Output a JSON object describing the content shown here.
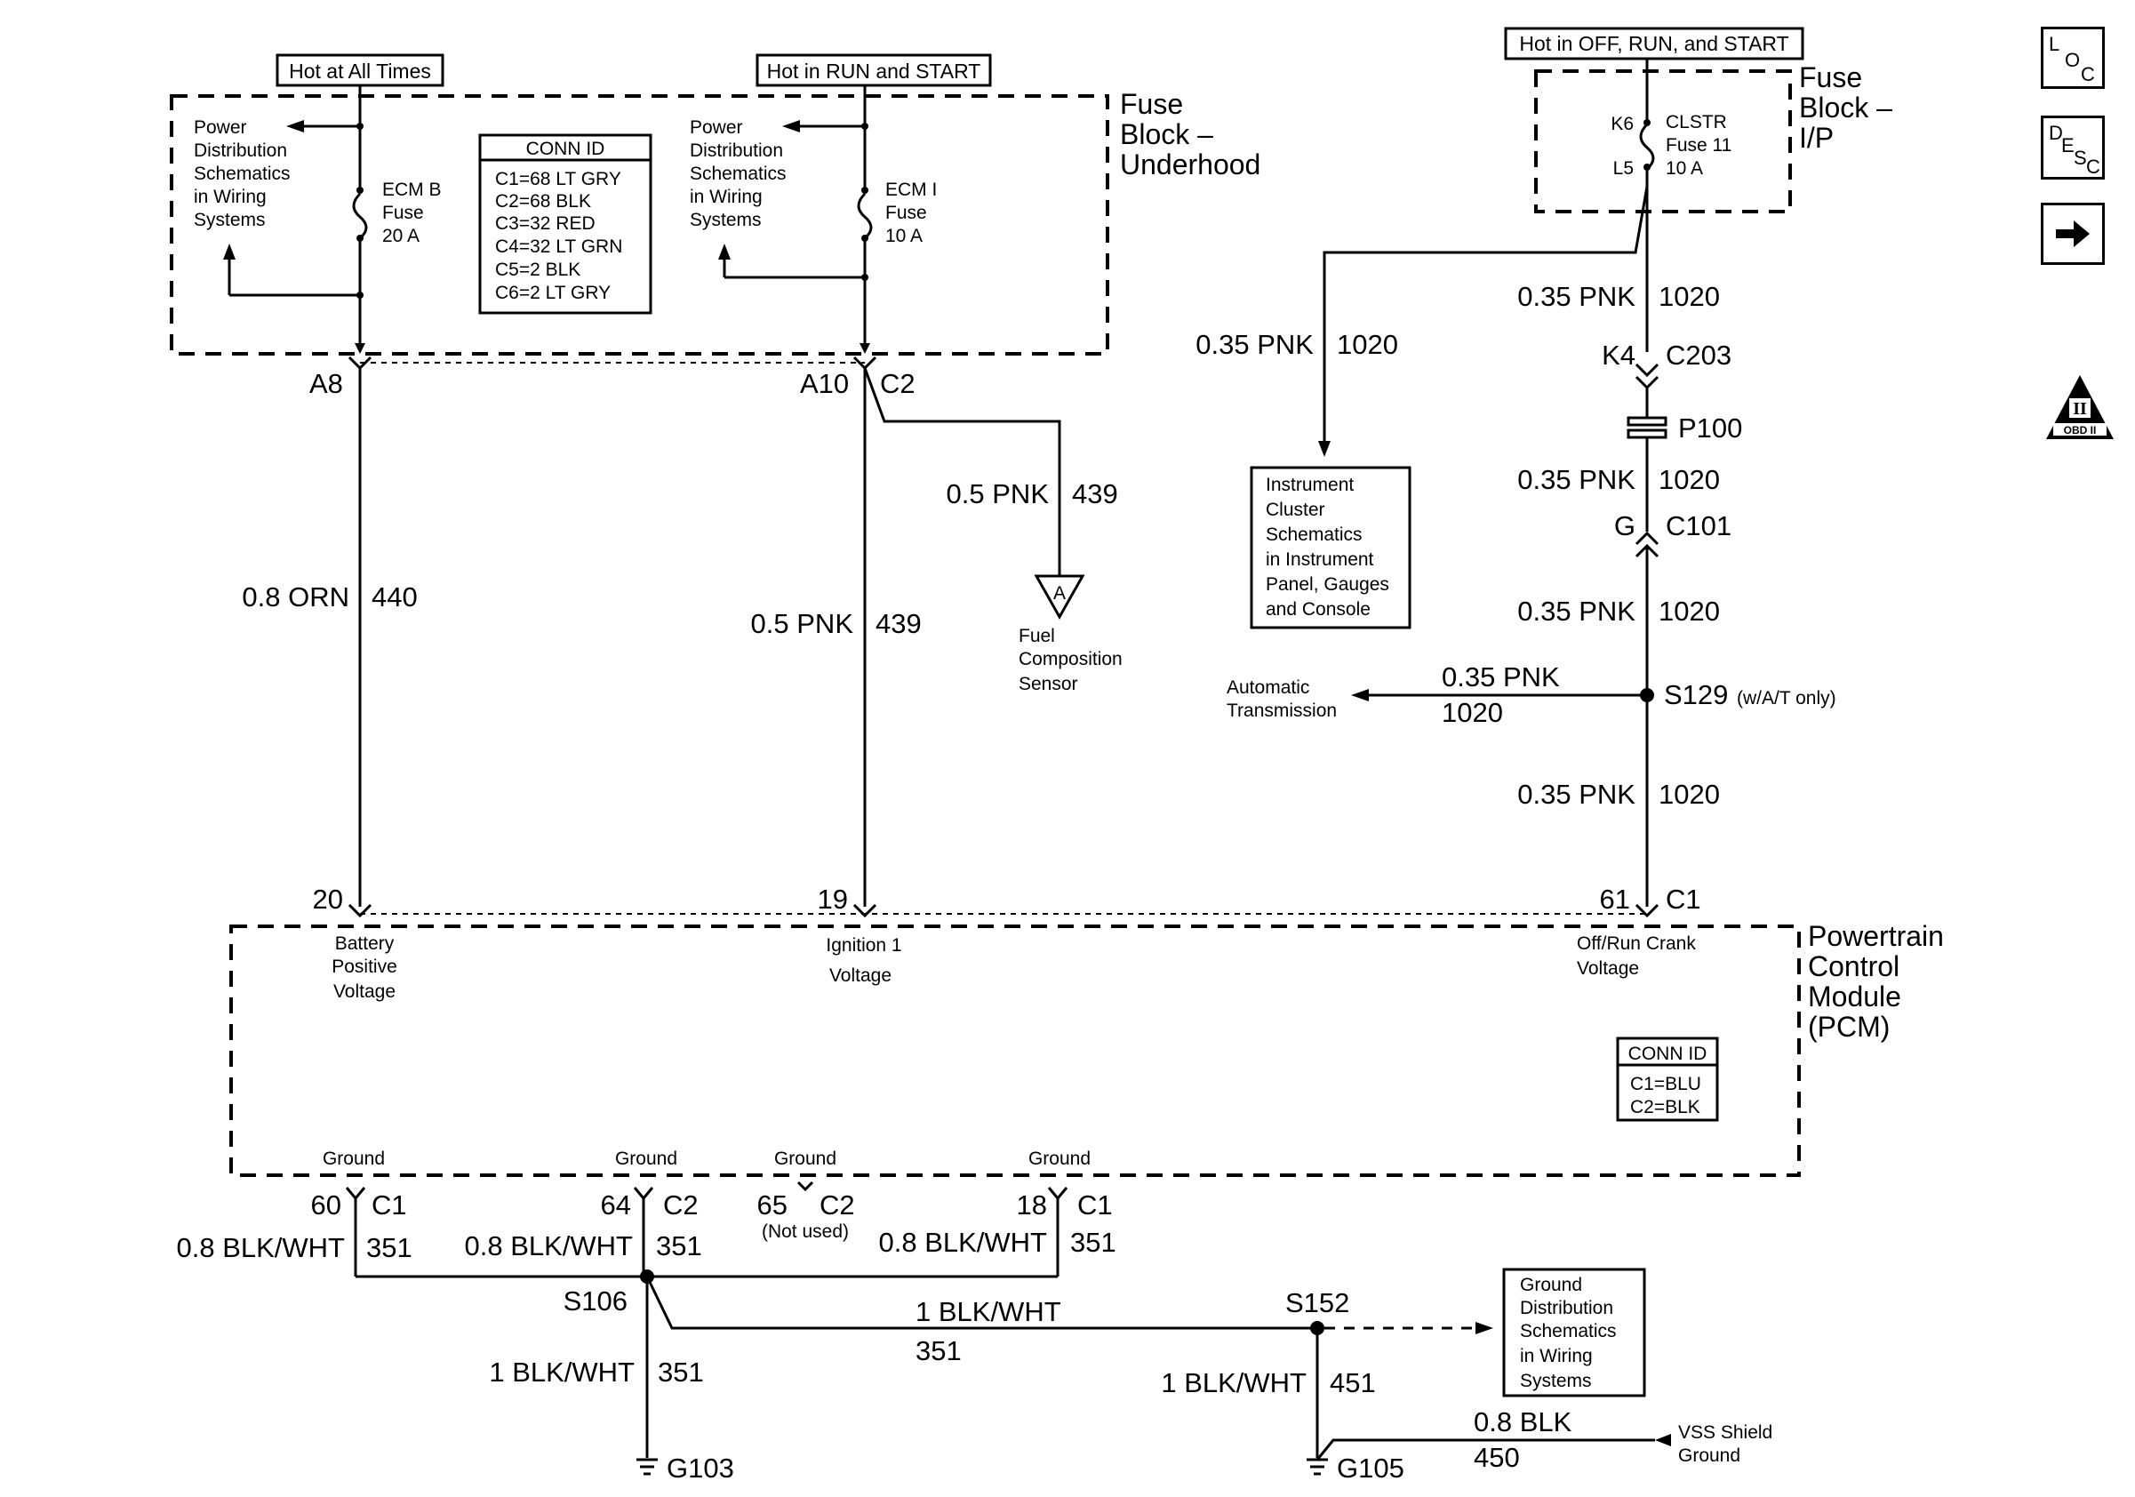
{
  "sources": {
    "hot_all_times": "Hot at All Times",
    "hot_run_start": "Hot in RUN and START",
    "hot_off_run_start": "Hot in OFF, RUN, and START"
  },
  "fuse_block_underhood": {
    "title_lines": [
      "Fuse",
      "Block –",
      "Underhood"
    ],
    "ecm_b": [
      "ECM B",
      "Fuse",
      "20 A"
    ],
    "ecm_i": [
      "ECM I",
      "Fuse",
      "10 A"
    ],
    "pds_lines": [
      "Power",
      "Distribution",
      "Schematics",
      "in Wiring",
      "Systems"
    ],
    "conn_id": {
      "title": "CONN ID",
      "lines": [
        "C1=68 LT GRY",
        "C2=68 BLK",
        "C3=32 RED",
        "C4=32 LT GRN",
        "C5=2 BLK",
        "C6=2 LT GRY"
      ]
    }
  },
  "fuse_block_ip": {
    "title_lines": [
      "Fuse",
      "Block –",
      "I/P"
    ],
    "fuse_lines": [
      "CLSTR",
      "Fuse 11",
      "10 A"
    ],
    "k6": "K6",
    "l5": "L5"
  },
  "connectors": {
    "a8": "A8",
    "a10": "A10",
    "c2": "C2",
    "k4": "K4",
    "c203": "C203",
    "p100": "P100",
    "g": "G",
    "c101": "C101",
    "s129": "S129",
    "s129_note": "(w/A/T only)",
    "pin20": "20",
    "pin19": "19",
    "pin61": "61",
    "c1": "C1",
    "pin60": "60",
    "pin64": "64",
    "pin65": "65",
    "pin18": "18",
    "not_used": "(Not used)",
    "s106": "S106",
    "s152": "S152",
    "g103": "G103",
    "g105": "G105"
  },
  "wires": {
    "orn": "0.8 ORN",
    "w440": "440",
    "pnk05": "0.5 PNK",
    "w439": "439",
    "pnk035": "0.35 PNK",
    "w1020": "1020",
    "blkwht08": "0.8 BLK/WHT",
    "w351": "351",
    "blkwht1": "1 BLK/WHT",
    "w451": "451",
    "blk08": "0.8 BLK",
    "w450": "450"
  },
  "components": {
    "fuel_sensor_lines": [
      "Fuel",
      "Composition",
      "Sensor"
    ],
    "sensor_ref": "A",
    "instrument_lines": [
      "Instrument",
      "Cluster",
      "Schematics",
      "in Instrument",
      "Panel, Gauges",
      "and Console"
    ],
    "auto_trans_lines": [
      "Automatic",
      "Transmission"
    ],
    "ground_dist_lines": [
      "Ground",
      "Distribution",
      "Schematics",
      "in Wiring",
      "Systems"
    ],
    "vss_lines": [
      "VSS Shield",
      "Ground"
    ]
  },
  "pcm": {
    "title_lines": [
      "Powertrain",
      "Control",
      "Module",
      "(PCM)"
    ],
    "battery_lines": [
      "Battery",
      "Positive",
      "Voltage"
    ],
    "ignition_lines": [
      "Ignition 1",
      "Voltage"
    ],
    "offrun_lines": [
      "Off/Run Crank",
      "Voltage"
    ],
    "ground": "Ground",
    "conn_id": {
      "title": "CONN ID",
      "lines": [
        "C1=BLU",
        "C2=BLK"
      ]
    }
  },
  "side_buttons": {
    "loc": [
      "L",
      "O",
      "C"
    ],
    "desc": [
      "D",
      "E",
      "S",
      "C"
    ],
    "next_icon": "right-arrow-icon",
    "obd": [
      "II",
      "OBD II"
    ]
  }
}
